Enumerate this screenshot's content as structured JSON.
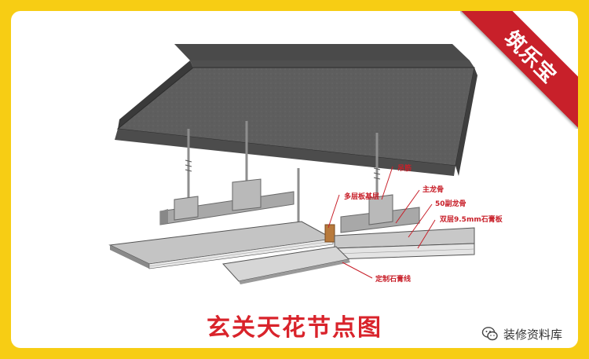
{
  "badge": {
    "text": "筑乐宝",
    "color": "#c8202a"
  },
  "labels": {
    "hanger": "吊筋",
    "main_keel": "主龙骨",
    "plywood": "多层板基层",
    "keel50": "50副龙骨",
    "gypsum": "双层9.5mm石膏板",
    "custom_line": "定制石膏线"
  },
  "title": "玄关天花节点图",
  "watermark": {
    "text": "装修资料库",
    "icon": "wechat-icon"
  },
  "colors": {
    "frame": "#f7cd14",
    "accent": "#d9232b",
    "concrete": "#5c5c5c"
  }
}
